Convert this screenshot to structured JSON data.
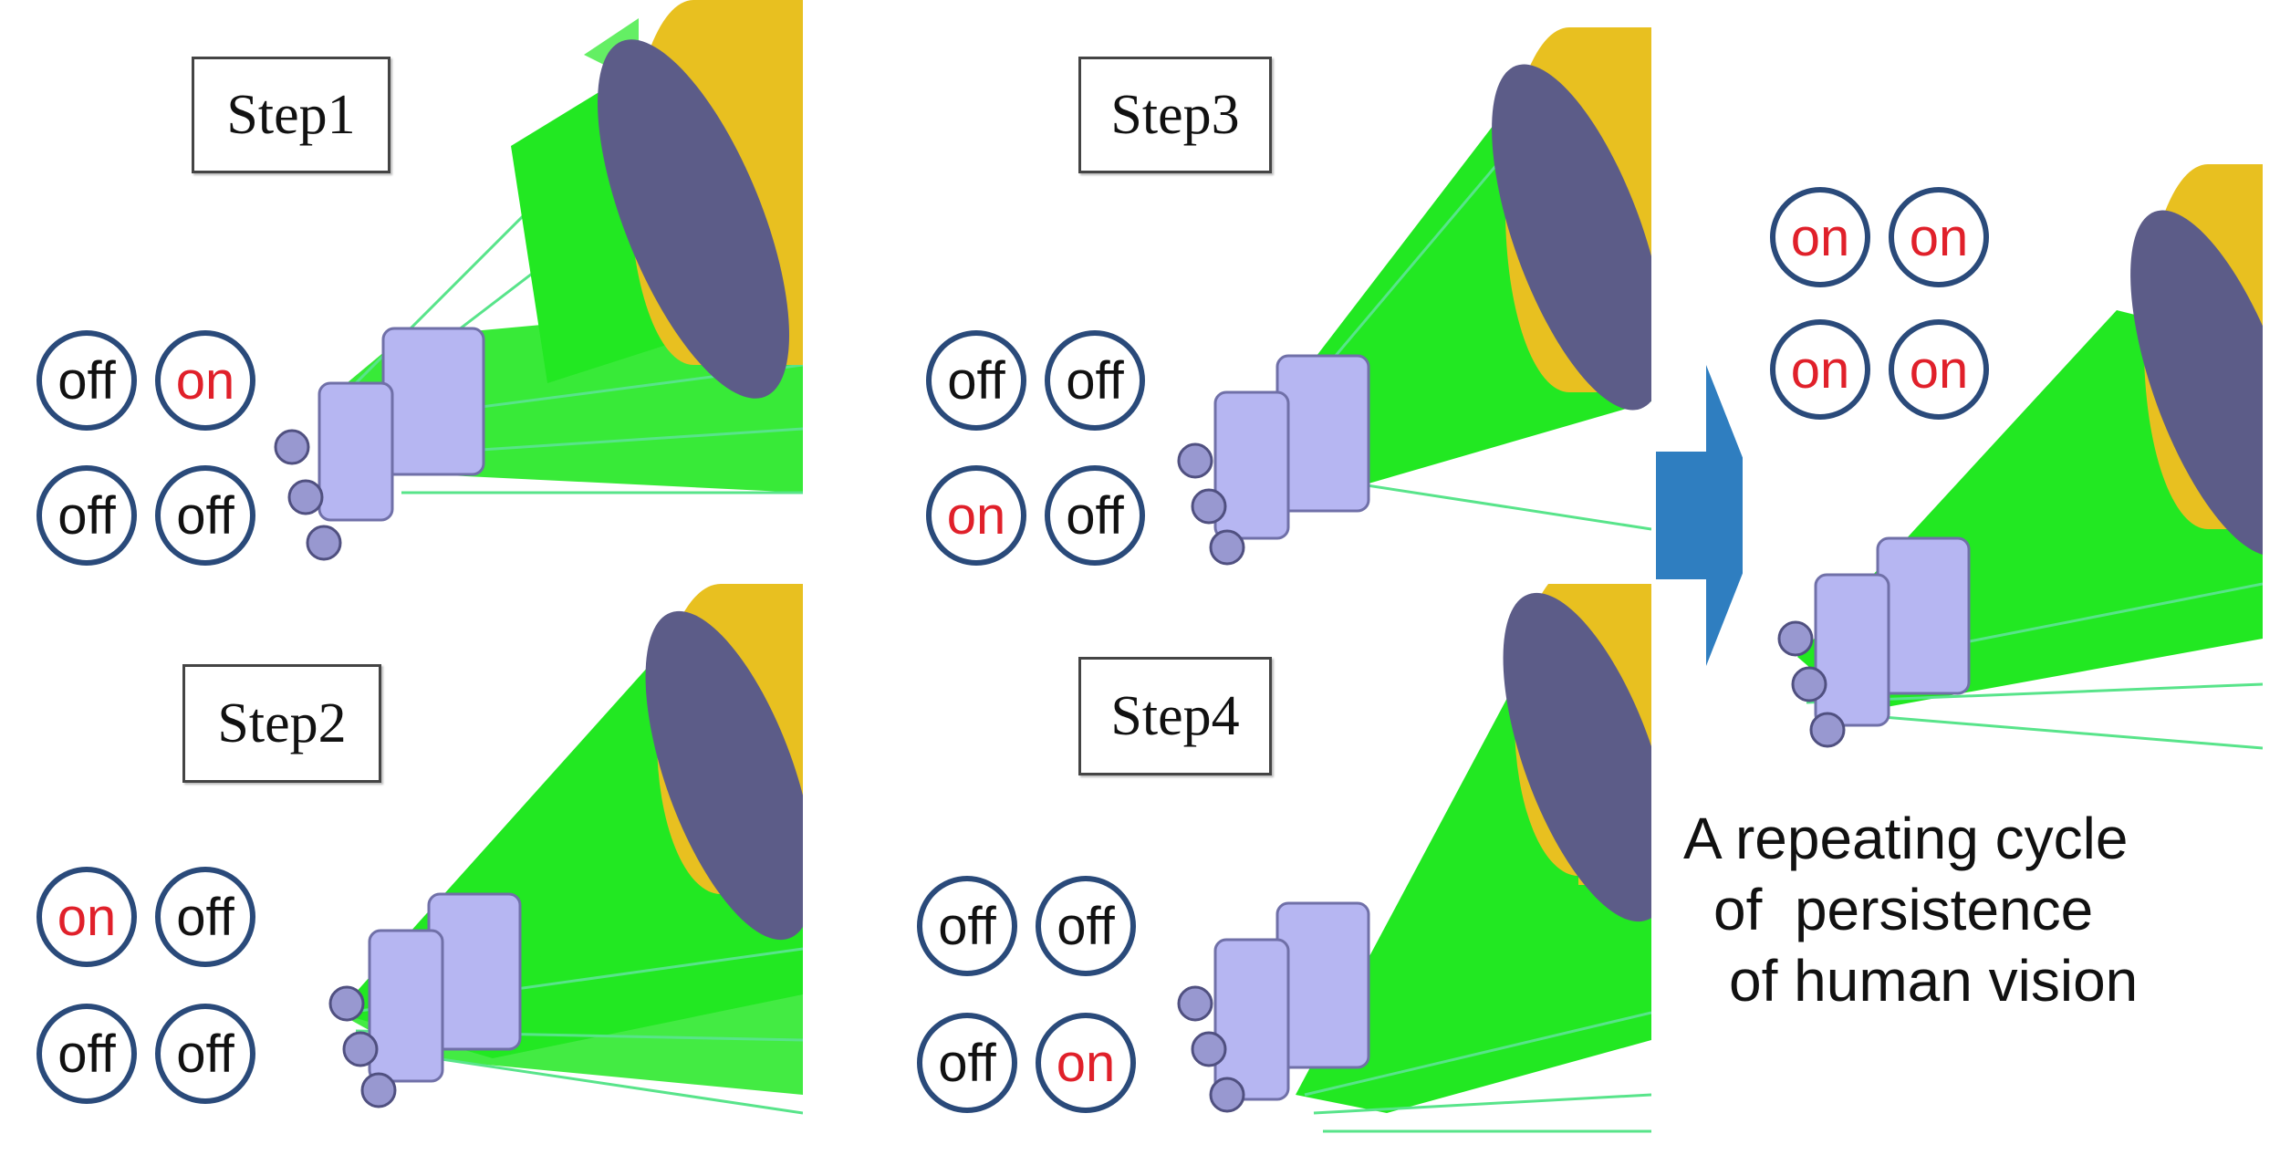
{
  "colors": {
    "ring": "#2a4a7a",
    "on_text": "#e0202a",
    "off_text": "#111111",
    "beam": "#22e822",
    "ray": "#58e48a",
    "lens": "#b6b6f2",
    "screen_face": "#5c5c88",
    "screen_back": "#e8c020",
    "arrow": "#2f7ec0"
  },
  "steps": [
    {
      "label": "Step1",
      "states": [
        "off",
        "on",
        "off",
        "off"
      ]
    },
    {
      "label": "Step2",
      "states": [
        "on",
        "off",
        "off",
        "off"
      ]
    },
    {
      "label": "Step3",
      "states": [
        "off",
        "off",
        "on",
        "off"
      ]
    },
    {
      "label": "Step4",
      "states": [
        "off",
        "off",
        "off",
        "on"
      ]
    }
  ],
  "result": {
    "states": [
      "on",
      "on",
      "on",
      "on"
    ]
  },
  "caption": {
    "line1": "A repeating cycle",
    "line2": "of  persistence",
    "line3": "of human vision"
  },
  "arrow_icon": "right-arrow-icon"
}
